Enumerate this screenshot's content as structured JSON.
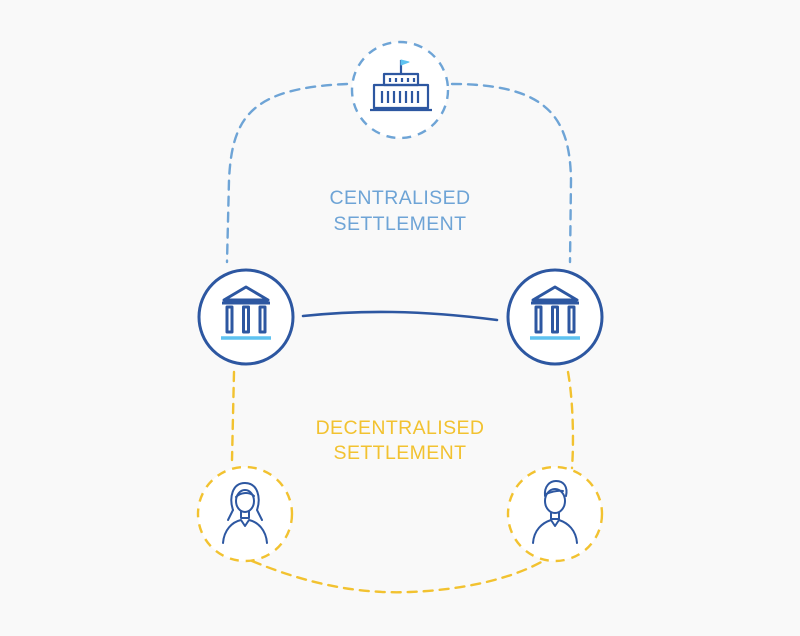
{
  "diagram": {
    "centralised_label": {
      "line1": "CENTRALISED",
      "line2": "SETTLEMENT"
    },
    "decentralised_label": {
      "line1": "DECENTRALISED",
      "line2": "SETTLEMENT"
    },
    "nodes": [
      {
        "role": "central-bank",
        "icon": "government-building-icon"
      },
      {
        "role": "bank-left",
        "icon": "bank-icon"
      },
      {
        "role": "bank-right",
        "icon": "bank-icon"
      },
      {
        "role": "person-woman",
        "icon": "woman-avatar-icon"
      },
      {
        "role": "person-man",
        "icon": "man-avatar-icon"
      }
    ],
    "colors": {
      "background": "#f9f9f9",
      "centralised": "#6ea4d6",
      "bank": "#2d57a1",
      "bank_accent": "#5ec2f0",
      "decentralised": "#f2c230",
      "person_icon": "#2d57a1"
    }
  }
}
